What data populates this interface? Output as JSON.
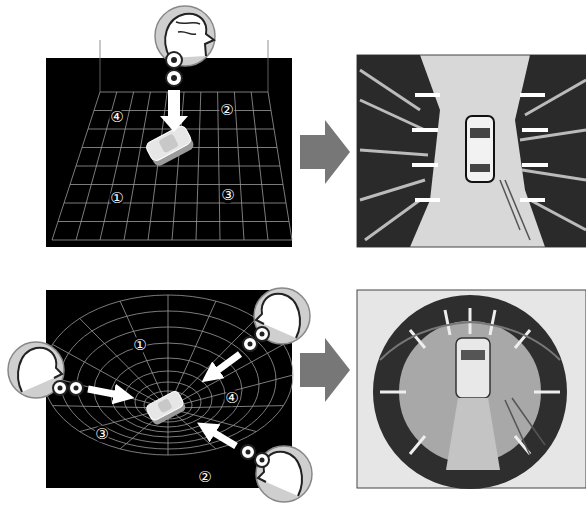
{
  "diagram": {
    "labels": [
      "④",
      "②",
      "①",
      "③",
      "①",
      "④",
      "③",
      "②"
    ]
  }
}
